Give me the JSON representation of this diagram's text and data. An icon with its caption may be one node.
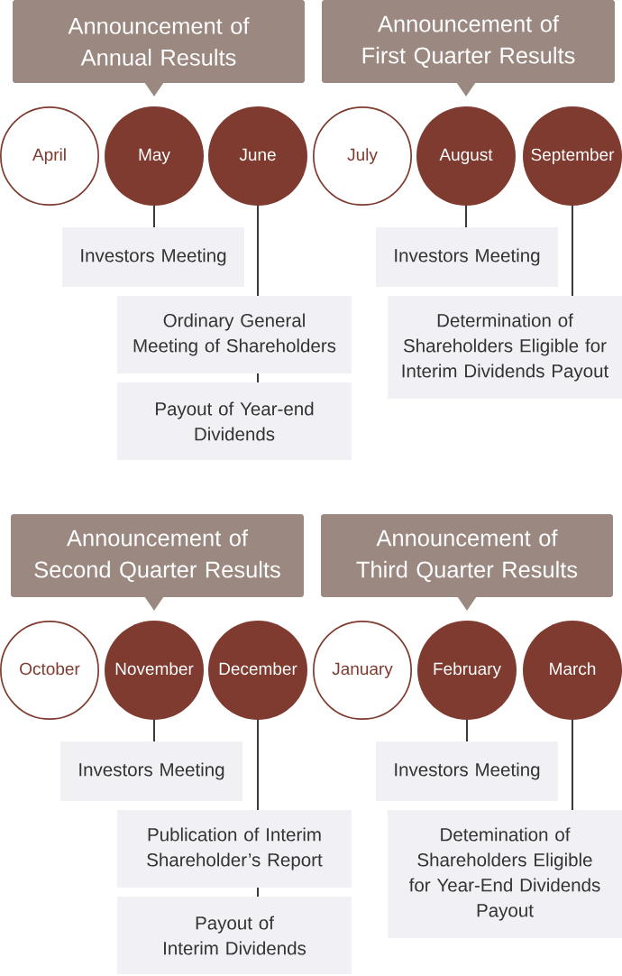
{
  "diagram": {
    "nodes": [
      {
        "text": [
          "Announcement of Annual Results"
        ]
      },
      {
        "text": [
          "Announcement of First Quarter Results"
        ]
      },
      {
        "text": [
          "April"
        ]
      },
      {
        "text": [
          "May"
        ]
      },
      {
        "text": [
          "June"
        ]
      },
      {
        "text": [
          "July"
        ]
      },
      {
        "text": [
          "August"
        ]
      },
      {
        "text": [
          "September"
        ]
      },
      {
        "text": [
          "Investors Meeting"
        ]
      },
      {
        "text": [
          "Investors Meeting"
        ]
      },
      {
        "text": [
          "Ordinary General Meeting of Shareholders"
        ]
      },
      {
        "text": [
          "Determination of Shareholders Eligible for Interim Dividends Payout"
        ]
      },
      {
        "text": [
          "Payout of Year-end Dividends"
        ]
      },
      {
        "text": [
          "Announcement of Second Quarter Results"
        ]
      },
      {
        "text": [
          "Announcement of Third Quarter Results"
        ]
      },
      {
        "text": [
          "October"
        ]
      },
      {
        "text": [
          "November"
        ]
      },
      {
        "text": [
          "December"
        ]
      },
      {
        "text": [
          "January"
        ]
      },
      {
        "text": [
          "February"
        ]
      },
      {
        "text": [
          "March"
        ]
      },
      {
        "text": [
          "Investors Meeting"
        ]
      },
      {
        "text": [
          "Investors Meeting"
        ]
      },
      {
        "text": [
          "Publication of Interim Shareholder’s Report"
        ]
      },
      {
        "text": [
          "Detemination of Shareholders Eligible for Year-End Dividends Payout"
        ]
      },
      {
        "text": [
          "Payout of Interim Dividends"
        ]
      }
    ],
    "edges": [
      {
        "from": 0,
        "to": 3,
        "arrow": "to",
        "color": "#9b8981"
      },
      {
        "from": 1,
        "to": 6,
        "arrow": "to",
        "color": "#9b8981"
      },
      {
        "from": 3,
        "to": 8,
        "arrow": "none"
      },
      {
        "from": 4,
        "to": 10,
        "arrow": "none"
      },
      {
        "from": 10,
        "to": 12,
        "arrow": "none"
      },
      {
        "from": 6,
        "to": 9,
        "arrow": "none"
      },
      {
        "from": 7,
        "to": 11,
        "arrow": "none"
      },
      {
        "from": 13,
        "to": 16,
        "arrow": "to",
        "color": "#9b8981"
      },
      {
        "from": 14,
        "to": 19,
        "arrow": "to",
        "color": "#9b8981"
      },
      {
        "from": 16,
        "to": 21,
        "arrow": "none"
      },
      {
        "from": 17,
        "to": 23,
        "arrow": "none"
      },
      {
        "from": 23,
        "to": 25,
        "arrow": "none"
      },
      {
        "from": 19,
        "to": 22,
        "arrow": "none"
      },
      {
        "from": 20,
        "to": 24,
        "arrow": "none"
      }
    ]
  }
}
